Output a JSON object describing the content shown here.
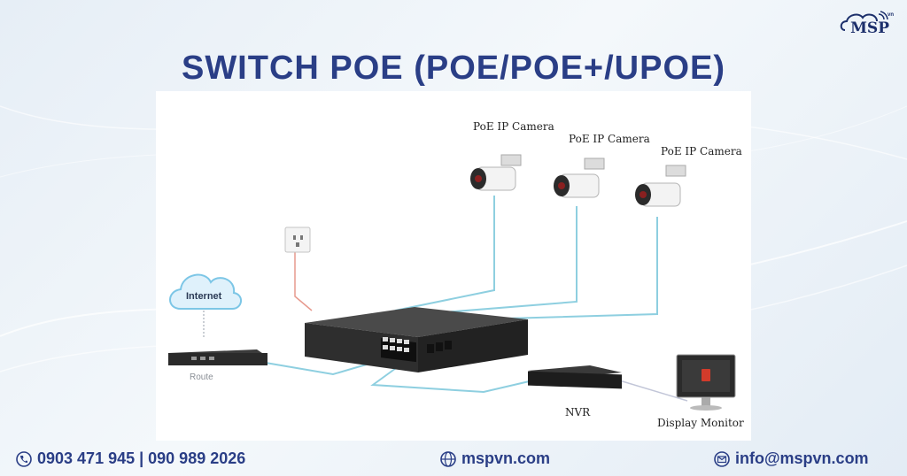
{
  "brand": {
    "logo_text": "MSP",
    "logo_sup": "vn"
  },
  "title": "SWITCH POE (POE/POE+/UPOE)",
  "diagram": {
    "cameras": [
      {
        "label": "PoE IP Camera"
      },
      {
        "label": "PoE IP Camera"
      },
      {
        "label": "PoE IP Camera"
      }
    ],
    "cloud_label": "Internet",
    "router_label": "Route",
    "nvr_label": "NVR",
    "monitor_label": "Display Monitor"
  },
  "footer": {
    "phone": "0903 471 945  | 090 989 2026",
    "website": "mspvn.com",
    "email": "info@mspvn.com"
  },
  "colors": {
    "title": "#2a3e86",
    "cable": "#8ecfe0",
    "power_cable": "#e79a8e"
  }
}
